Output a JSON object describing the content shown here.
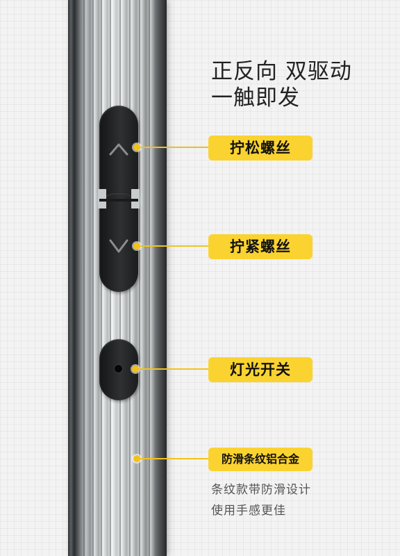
{
  "headline": {
    "line1": "正反向 双驱动",
    "line2": "一触即发"
  },
  "callouts": {
    "loosen": "拧松螺丝",
    "tighten": "拧紧螺丝",
    "light": "灯光开关",
    "material": "防滑条纹铝合金"
  },
  "description": {
    "line1": "条纹款带防滑设计",
    "line2": "使用手感更佳"
  },
  "colors": {
    "accent": "#fbd330",
    "line": "#f2c21b",
    "button": "#1f2022"
  },
  "icons": {
    "up": "chevron-up-icon",
    "down": "chevron-down-icon",
    "light": "dot-icon"
  }
}
